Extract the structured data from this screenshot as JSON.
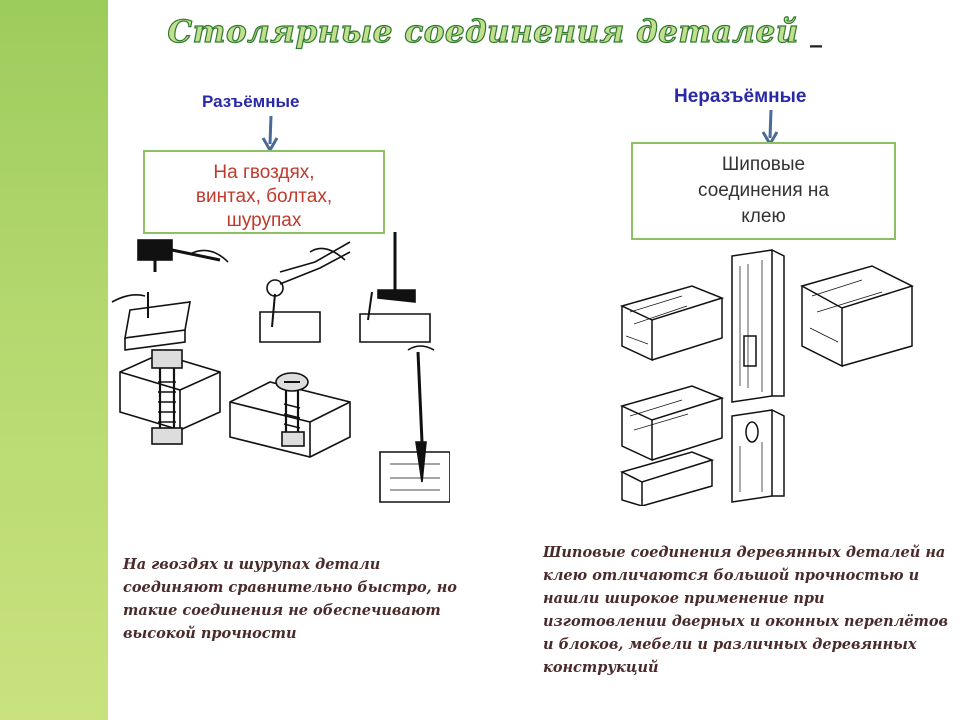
{
  "slide": {
    "title": "Столярные соединения деталей",
    "title_dash": "_",
    "left": {
      "category": "Разъёмные",
      "box_line1": "На гвоздях,",
      "box_line2": "винтах, болтах,",
      "box_line3": "шурупах",
      "description": "На гвоздях и шурупах детали соединяют сравнительно быстро, но такие соединения не обеспечивают высокой прочности"
    },
    "right": {
      "category": "Неразъёмные",
      "box_line1": "Шиповые",
      "box_line2": "соединения на",
      "box_line3": "клею",
      "description": "Шиповые соединения деревянных деталей на клею отличаются большой прочностью и нашли широкое применение при изготовлении дверных и оконных переплётов и блоков, мебели и различных деревянных конструкций"
    },
    "colors": {
      "sidebar": "#a8d266",
      "title_fill": "#c2df8f",
      "title_stroke": "#2f7a2f",
      "category": "#2a2aa8",
      "box_border": "#8cc060",
      "left_box_text": "#c0392b",
      "description": "#4a2b2b"
    },
    "icons": [
      "arrow-down-icon",
      "hammer-icon",
      "pliers-icon",
      "bolt-icon",
      "screw-icon",
      "screwdriver-icon",
      "tenon-joint-icon"
    ]
  }
}
